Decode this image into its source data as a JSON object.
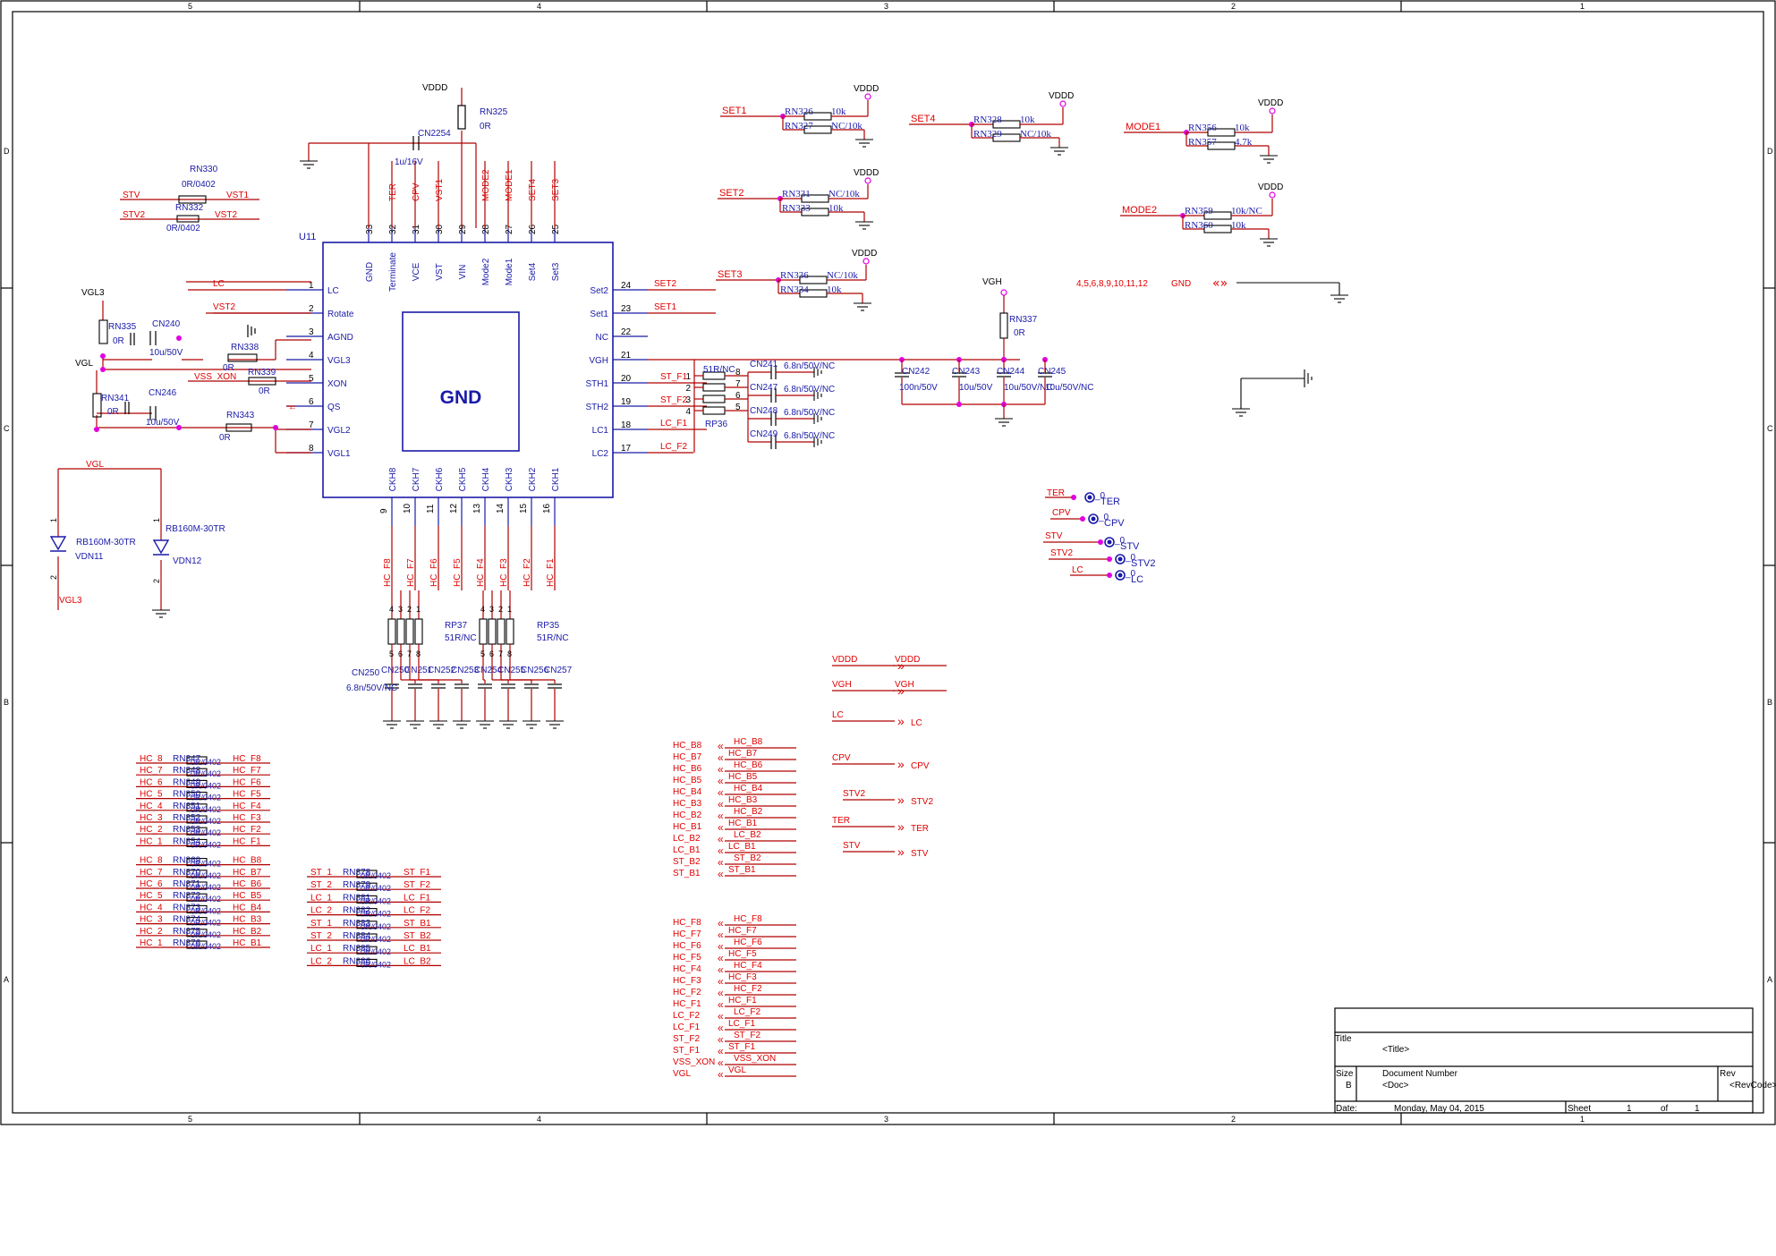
{
  "border": {
    "cols": [
      "5",
      "4",
      "3",
      "2",
      "1"
    ],
    "rows": [
      "D",
      "C",
      "B",
      "A"
    ]
  },
  "ic": {
    "ref": "U11",
    "center_label": "GND",
    "left_pins": [
      {
        "num": "1",
        "name": "LC"
      },
      {
        "num": "2",
        "name": "Rotate"
      },
      {
        "num": "3",
        "name": "AGND"
      },
      {
        "num": "4",
        "name": "VGL3"
      },
      {
        "num": "5",
        "name": "XON"
      },
      {
        "num": "6",
        "name": "QS"
      },
      {
        "num": "7",
        "name": "VGL2"
      },
      {
        "num": "8",
        "name": "VGL1"
      }
    ],
    "right_pins": [
      {
        "num": "24",
        "name": "Set2"
      },
      {
        "num": "23",
        "name": "Set1"
      },
      {
        "num": "22",
        "name": "NC"
      },
      {
        "num": "21",
        "name": "VGH"
      },
      {
        "num": "20",
        "name": "STH1"
      },
      {
        "num": "19",
        "name": "STH2"
      },
      {
        "num": "18",
        "name": "LC1"
      },
      {
        "num": "17",
        "name": "LC2"
      }
    ],
    "top_pins": [
      {
        "num": "33",
        "name": "GND"
      },
      {
        "num": "32",
        "name": "Terminate"
      },
      {
        "num": "31",
        "name": "VCE"
      },
      {
        "num": "30",
        "name": "VST"
      },
      {
        "num": "29",
        "name": "VIN"
      },
      {
        "num": "28",
        "name": "Mode2"
      },
      {
        "num": "27",
        "name": "Mode1"
      },
      {
        "num": "26",
        "name": "Set4"
      },
      {
        "num": "25",
        "name": "Set3"
      }
    ],
    "bottom_pins": [
      {
        "num": "9",
        "name": "CKH8"
      },
      {
        "num": "10",
        "name": "CKH7"
      },
      {
        "num": "11",
        "name": "CKH6"
      },
      {
        "num": "12",
        "name": "CKH5"
      },
      {
        "num": "13",
        "name": "CKH4"
      },
      {
        "num": "14",
        "name": "CKH3"
      },
      {
        "num": "15",
        "name": "CKH2"
      },
      {
        "num": "16",
        "name": "CKH1"
      }
    ],
    "top_nets": [
      "TER",
      "CPV",
      "VST1",
      "MODE2",
      "MODE1",
      "SET4",
      "SET3"
    ],
    "bottom_nets": [
      "HC_F8",
      "HC_F7",
      "HC_F6",
      "HC_F5",
      "HC_F4",
      "HC_F3",
      "HC_F2",
      "HC_F1"
    ],
    "left_nets": [
      "LC",
      "VST2",
      "VSS_XON"
    ],
    "right_nets": [
      "SET2",
      "SET1",
      "ST_F1",
      "ST_F2",
      "LC_F1",
      "LC_F2"
    ]
  },
  "top_parts": {
    "vddd": "VDDD",
    "rn325": "RN325",
    "rn325_val": "0R",
    "cn2254": "CN2254",
    "cn2254_val": "1u/16V"
  },
  "stv_block": {
    "rn330": "RN330",
    "rn330_val": "0R/0402",
    "rn332": "RN332",
    "rn332_val": "0R/0402",
    "stv": "STV",
    "stv2": "STV2",
    "vst1": "VST1",
    "vst2": "VST2"
  },
  "vgl_block": {
    "vgl3": "VGL3",
    "vgl": "VGL",
    "rn335": "RN335",
    "rn335_val": "0R",
    "cn240": "CN240",
    "cn240_val": "10u/50V",
    "rn338": "RN338",
    "rn338_val": "0R",
    "rn339": "RN339",
    "rn339_val": "0R",
    "rn341": "RN341",
    "rn341_val": "0R",
    "cn246": "CN246",
    "cn246_val": "10u/50V",
    "rn343": "RN343",
    "rn343_val": "0R"
  },
  "diodes": {
    "vgl": "VGL",
    "d1_part": "RB160M-30TR",
    "d1_ref": "VDN11",
    "d1_out": "VGL3",
    "d2_part": "RB160M-30TR",
    "d2_ref": "VDN12",
    "pin1": "1",
    "pin2": "2"
  },
  "set_blocks": [
    {
      "net": "SET1",
      "r1": "RN326",
      "r1v": "10k",
      "r2": "RN327",
      "r2v": "NC/10k",
      "vddd": "VDDD"
    },
    {
      "net": "SET4",
      "r1": "RN328",
      "r1v": "10k",
      "r2": "RN329",
      "r2v": "NC/10k",
      "vddd": "VDDD"
    },
    {
      "net": "MODE1",
      "r1": "RN356",
      "r1v": "10k",
      "r2": "RN357",
      "r2v": "4.7k",
      "vddd": "VDDD"
    },
    {
      "net": "SET2",
      "r1": "RN331",
      "r1v": "NC/10k",
      "r2": "RN333",
      "r2v": "10k",
      "vddd": "VDDD"
    },
    {
      "net": "MODE2",
      "r1": "RN359",
      "r1v": "10k/NC",
      "r2": "RN360",
      "r2v": "10k",
      "vddd": "VDDD"
    },
    {
      "net": "SET3",
      "r1": "RN336",
      "r1v": "NC/10k",
      "r2": "RN334",
      "r2v": "10k",
      "vddd": "VDDD"
    }
  ],
  "gnd_note": {
    "pins": "4,5,6,8,9,10,11,12",
    "net": "GND"
  },
  "vgh_block": {
    "vgh": "VGH",
    "rn337": "RN337",
    "rn337_val": "0R",
    "rp": "51R/NC",
    "rp_ref": "RP36",
    "rp_pins": [
      "8",
      "7",
      "6",
      "5",
      "1",
      "2",
      "3",
      "4"
    ],
    "caps": [
      {
        "ref": "CN241",
        "val": "6.8n/50V/NC"
      },
      {
        "ref": "CN247",
        "val": "6.8n/50V/NC"
      },
      {
        "ref": "CN248",
        "val": "6.8n/50V/NC"
      },
      {
        "ref": "CN249",
        "val": "6.8n/50V/NC"
      }
    ],
    "bulk": [
      {
        "ref": "CN242",
        "val": "100n/50V"
      },
      {
        "ref": "CN243",
        "val": "10u/50V"
      },
      {
        "ref": "CN244",
        "val": "10u/50V/NC"
      },
      {
        "ref": "CN245",
        "val": "10u/50V/NC"
      }
    ]
  },
  "testpoints": [
    {
      "net": "TER",
      "tp": "_0",
      "label": "TER"
    },
    {
      "net": "CPV",
      "tp": "_0",
      "label": "CPV"
    },
    {
      "net": "STV",
      "tp": "_0",
      "label": "STV"
    },
    {
      "net": "STV2",
      "tp": "_0",
      "label": "STV2"
    },
    {
      "net": "LC",
      "tp": "_0",
      "label": "LC"
    }
  ],
  "rp37": {
    "ref": "RP37",
    "val": "51R/NC"
  },
  "rp35": {
    "ref": "RP35",
    "val": "51R/NC"
  },
  "rp_bottom_pins_top": [
    "4",
    "3",
    "2",
    "1",
    "4",
    "3",
    "2",
    "1"
  ],
  "rp_bottom_pins_bot": [
    "5",
    "6",
    "7",
    "8",
    "5",
    "6",
    "7",
    "8"
  ],
  "ckh_caps": [
    "CN250",
    "CN251",
    "CN252",
    "CN253",
    "CN254",
    "CN255",
    "CN256",
    "CN257"
  ],
  "ckh_cap_val": "6.8n/50V/NC",
  "ports": [
    {
      "left": "VDDD",
      "right": "VDDD"
    },
    {
      "left": "VGH",
      "right": "VGH"
    },
    {
      "left": "LC",
      "right": "LC"
    },
    {
      "left": "CPV",
      "right": "CPV"
    },
    {
      "left": "STV2",
      "right": "STV2"
    },
    {
      "left": "TER",
      "right": "TER"
    },
    {
      "left": "STV",
      "right": "STV"
    }
  ],
  "hcb_list": [
    {
      "l": "HC_B8",
      "r": "HC_B8"
    },
    {
      "l": "HC_B7",
      "r": "HC_B7"
    },
    {
      "l": "HC_B6",
      "r": "HC_B6"
    },
    {
      "l": "HC_B5",
      "r": "HC_B5"
    },
    {
      "l": "HC_B4",
      "r": "HC_B4"
    },
    {
      "l": "HC_B3",
      "r": "HC_B3"
    },
    {
      "l": "HC_B2",
      "r": "HC_B2"
    },
    {
      "l": "HC_B1",
      "r": "HC_B1"
    },
    {
      "l": "LC_B2",
      "r": "LC_B2"
    },
    {
      "l": "LC_B1",
      "r": "LC_B1"
    },
    {
      "l": "ST_B2",
      "r": "ST_B2"
    },
    {
      "l": "ST_B1",
      "r": "ST_B1"
    }
  ],
  "hcf_list": [
    {
      "l": "HC_F8",
      "r": "HC_F8"
    },
    {
      "l": "HC_F7",
      "r": "HC_F7"
    },
    {
      "l": "HC_F6",
      "r": "HC_F6"
    },
    {
      "l": "HC_F5",
      "r": "HC_F5"
    },
    {
      "l": "HC_F4",
      "r": "HC_F4"
    },
    {
      "l": "HC_F3",
      "r": "HC_F3"
    },
    {
      "l": "HC_F2",
      "r": "HC_F2"
    },
    {
      "l": "HC_F1",
      "r": "HC_F1"
    },
    {
      "l": "LC_F2",
      "r": "LC_F2"
    },
    {
      "l": "LC_F1",
      "r": "LC_F1"
    },
    {
      "l": "ST_F2",
      "r": "ST_F2"
    },
    {
      "l": "ST_F1",
      "r": "ST_F1"
    },
    {
      "l": "VSS_XON",
      "r": "VSS_XON"
    },
    {
      "l": "VGL",
      "r": "VGL"
    }
  ],
  "res_array1": [
    {
      "l": "HC_8",
      "ref": "RN347",
      "v": "0R/0402",
      "r": "HC_F8"
    },
    {
      "l": "HC_7",
      "ref": "RN348",
      "v": "0R/0402",
      "r": "HC_F7"
    },
    {
      "l": "HC_6",
      "ref": "RN349",
      "v": "0R/0402",
      "r": "HC_F6"
    },
    {
      "l": "HC_5",
      "ref": "RN350",
      "v": "0R/0402",
      "r": "HC_F5"
    },
    {
      "l": "HC_4",
      "ref": "RN351",
      "v": "0R/0402",
      "r": "HC_F4"
    },
    {
      "l": "HC_3",
      "ref": "RN352",
      "v": "0R/0402",
      "r": "HC_F3"
    },
    {
      "l": "HC_2",
      "ref": "RN353",
      "v": "0R/0402",
      "r": "HC_F2"
    },
    {
      "l": "HC_1",
      "ref": "RN354",
      "v": "0R/0402",
      "r": "HC_F1"
    },
    {
      "l": "HC_8",
      "ref": "RN369",
      "v": "0R/0402",
      "r": "HC_B8"
    },
    {
      "l": "HC_7",
      "ref": "RN370",
      "v": "0R/0402",
      "r": "HC_B7"
    },
    {
      "l": "HC_6",
      "ref": "RN371",
      "v": "0R/0402",
      "r": "HC_B6"
    },
    {
      "l": "HC_5",
      "ref": "RN372",
      "v": "0R/0402",
      "r": "HC_B5"
    },
    {
      "l": "HC_4",
      "ref": "RN373",
      "v": "0R/0402",
      "r": "HC_B4"
    },
    {
      "l": "HC_3",
      "ref": "RN374",
      "v": "0R/0402",
      "r": "HC_B3"
    },
    {
      "l": "HC_2",
      "ref": "RN375",
      "v": "0R/0402",
      "r": "HC_B2"
    },
    {
      "l": "HC_1",
      "ref": "RN376",
      "v": "0R/0402",
      "r": "HC_B1"
    }
  ],
  "res_array2": [
    {
      "l": "ST_1",
      "ref": "RN378",
      "v": "0R/0402",
      "r": "ST_F1"
    },
    {
      "l": "ST_2",
      "ref": "RN379",
      "v": "0R/0402",
      "r": "ST_F2"
    },
    {
      "l": "LC_1",
      "ref": "RN381",
      "v": "0R/0402",
      "r": "LC_F1"
    },
    {
      "l": "LC_2",
      "ref": "RN382",
      "v": "0R/0402",
      "r": "LC_F2"
    },
    {
      "l": "ST_1",
      "ref": "RN383",
      "v": "0R/0402",
      "r": "ST_B1"
    },
    {
      "l": "ST_2",
      "ref": "RN384",
      "v": "0R/0402",
      "r": "ST_B2"
    },
    {
      "l": "LC_1",
      "ref": "RN385",
      "v": "0R/0402",
      "r": "LC_B1"
    },
    {
      "l": "LC_2",
      "ref": "RN386",
      "v": "0R/0402",
      "r": "LC_B2"
    }
  ],
  "title_block": {
    "title_lbl": "Title",
    "title": "<Title>",
    "size_lbl": "Size",
    "size": "B",
    "docnum_lbl": "Document Number",
    "doc": "<Doc>",
    "rev_lbl": "Rev",
    "rev": "<RevCode>",
    "date_lbl": "Date:",
    "date": "Monday, May 04, 2015",
    "sheet_lbl": "Sheet",
    "sheet": "1",
    "of_lbl": "of",
    "of": "1"
  },
  "colors": {
    "wire": "#b00000",
    "part": "#1a1aa8",
    "net": "#e00000",
    "junction": "#e000e0",
    "border": "#000000"
  }
}
